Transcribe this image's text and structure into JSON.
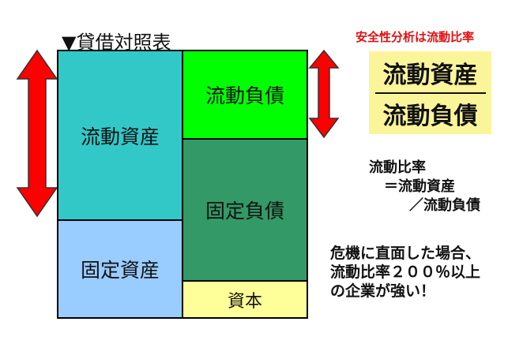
{
  "title": "▼貸借対照表",
  "assets": {
    "current": "流動資産",
    "fixed": "固定資産"
  },
  "liabilities": {
    "current": "流動負債",
    "fixed": "固定負債",
    "capital": "資本"
  },
  "safety_note": "安全性分析は流動比率",
  "fraction": {
    "numerator": "流動資産",
    "denominator": "流動負債"
  },
  "formula": {
    "line1": "流動比率",
    "line2": "＝流動資産",
    "line3": "／流動負債"
  },
  "conclusion": {
    "line1": "危機に直面した場合、",
    "line2": "流動比率２００％以上",
    "line3": "の企業が強い！"
  },
  "colors": {
    "current_assets": "#33c8c8",
    "fixed_assets": "#99ccff",
    "current_liabilities": "#00ff00",
    "fixed_liabilities": "#339966",
    "capital": "#ffff99",
    "arrow": "#ff0000"
  }
}
